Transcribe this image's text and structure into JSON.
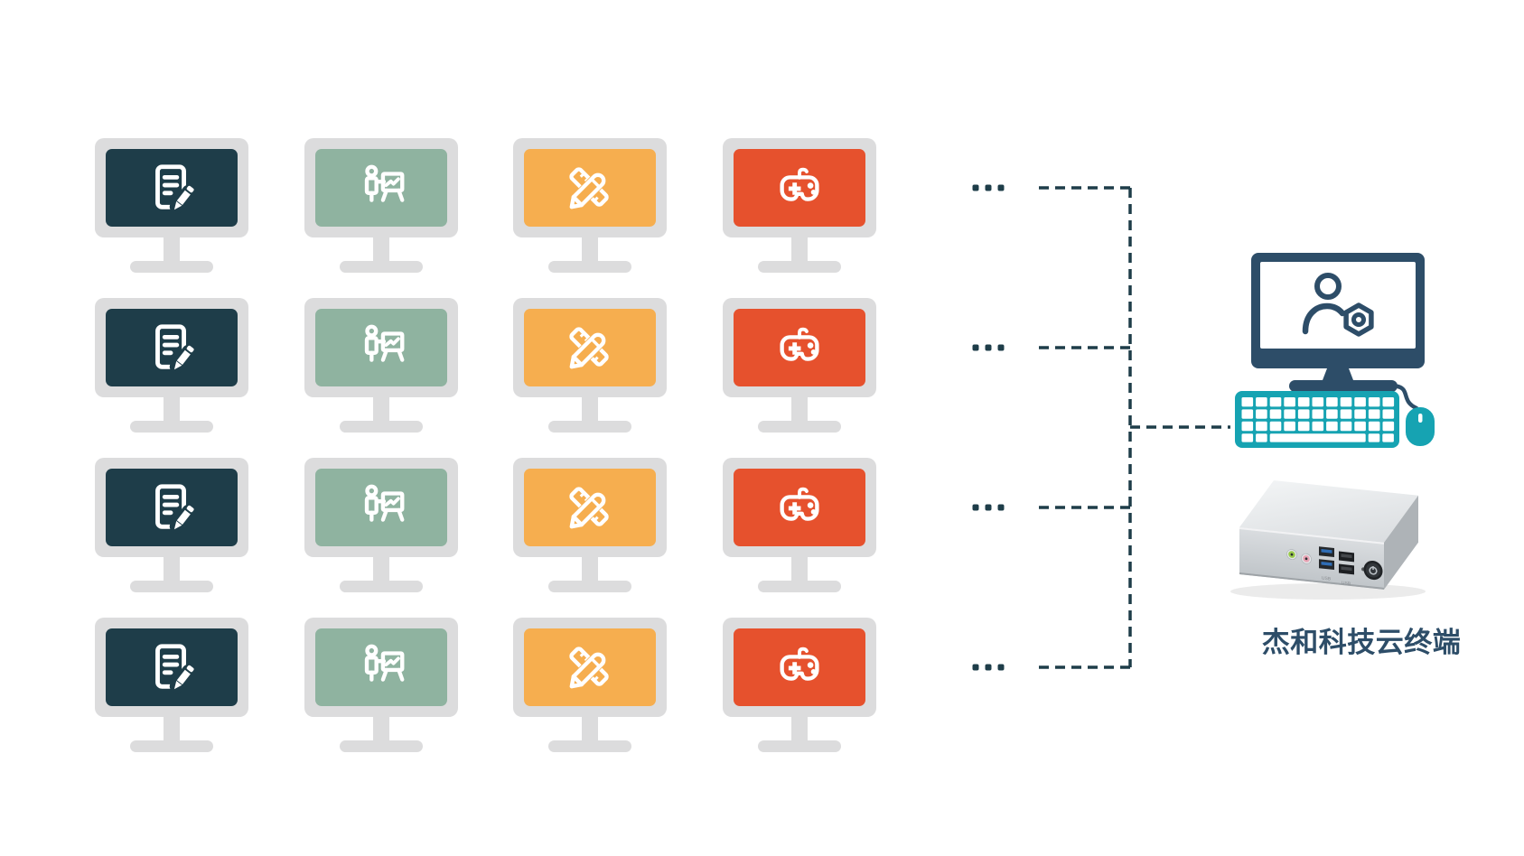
{
  "page": {
    "background": "#FFFFFF"
  },
  "grid": {
    "rows": 4,
    "monitor_frame_color": "#DCDCDD",
    "columns": [
      {
        "name": "document-workstation",
        "icon": "document-edit-icon",
        "screen_color": "#1E3D49"
      },
      {
        "name": "presentation-workstation",
        "icon": "presenter-chart-icon",
        "screen_color": "#8FB3A0"
      },
      {
        "name": "design-workstation",
        "icon": "ruler-pencil-icon",
        "screen_color": "#F6AE4F"
      },
      {
        "name": "gaming-workstation",
        "icon": "gamepad-icon",
        "screen_color": "#E6512D"
      }
    ],
    "ellipsis_dots_per_row": 3
  },
  "connectors": {
    "style": "dashed",
    "color": "#1E3D49"
  },
  "terminal": {
    "caption": "杰和科技云终端",
    "caption_color": "#2D4D68",
    "monitor_color": "#2D4D68",
    "peripheral_color": "#16A3B2",
    "screen_icon": "user-gear-icon"
  },
  "device": {
    "name": "cloud-terminal-mini-pc",
    "port_labels": [
      "USB",
      "USB"
    ],
    "colors": {
      "top": "#F2F4F5",
      "front": "#CDD1D5",
      "side": "#AEB3B7",
      "audio_jack": "#9ACB4B",
      "mic_jack": "#E8A3B4",
      "usb3_tongue": "#2F6DB5",
      "power_button": "#24272B"
    }
  }
}
